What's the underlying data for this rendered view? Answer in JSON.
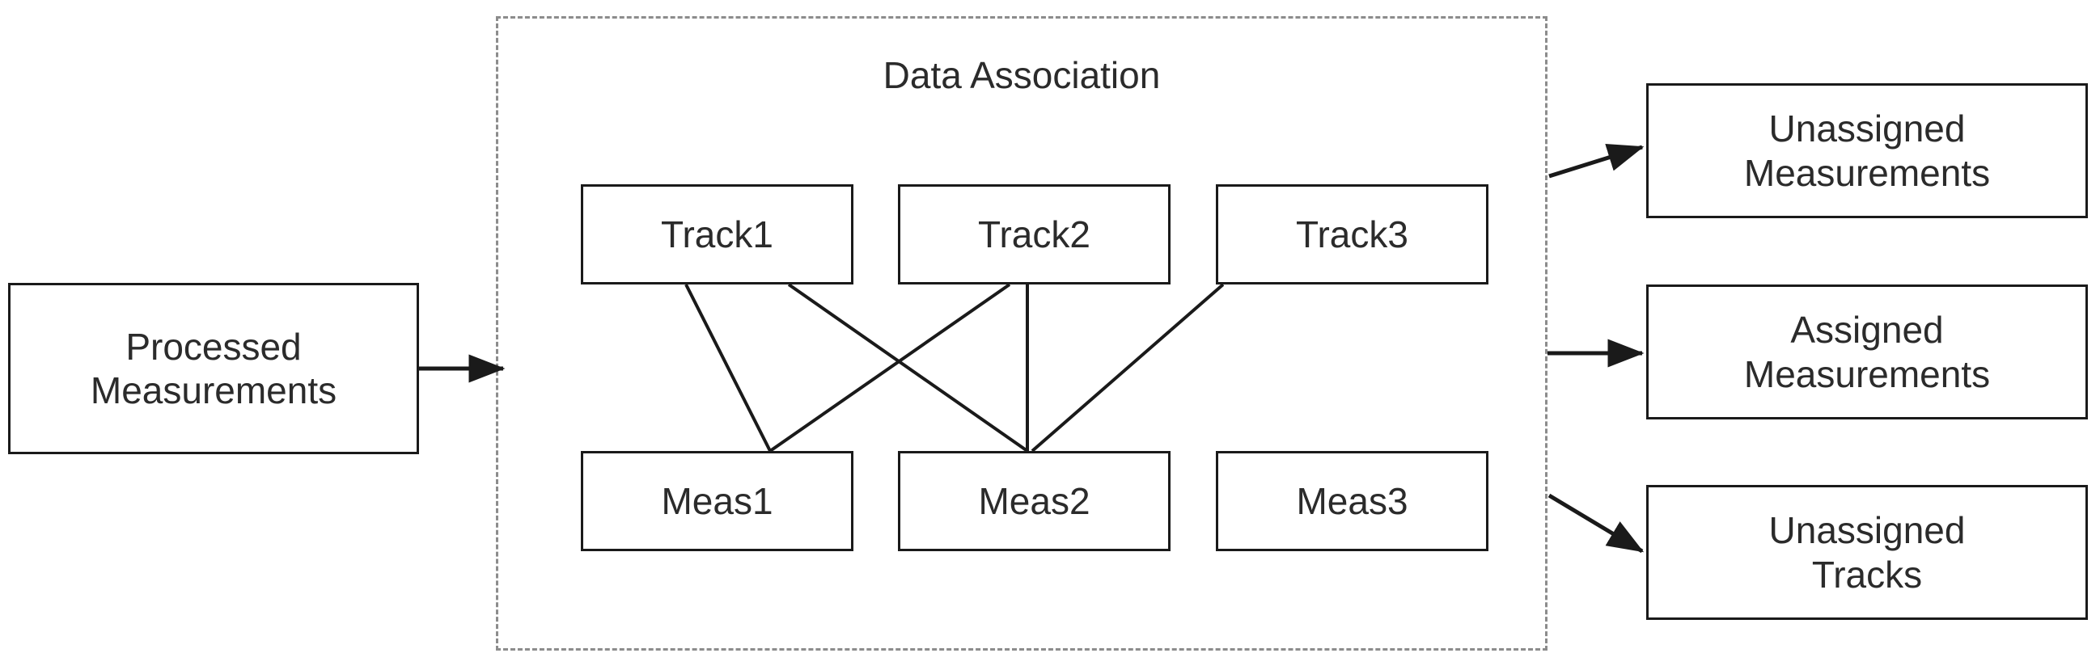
{
  "diagram": {
    "title": "Data Association",
    "region": {
      "label": "Data Association",
      "border_style": "dashed",
      "border_color": "#8c8c8c"
    },
    "input": {
      "label": "Processed\nMeasurements"
    },
    "tracks": [
      {
        "label": "Track1"
      },
      {
        "label": "Track2"
      },
      {
        "label": "Track3"
      }
    ],
    "measurements": [
      {
        "label": "Meas1"
      },
      {
        "label": "Meas2"
      },
      {
        "label": "Meas3"
      }
    ],
    "outputs": [
      {
        "label": "Unassigned\nMeasurements"
      },
      {
        "label": "Assigned\nMeasurements"
      },
      {
        "label": "Unassigned\nTracks"
      }
    ],
    "associations": [
      {
        "from": "Track1",
        "to": "Meas1"
      },
      {
        "from": "Track1",
        "to": "Meas2"
      },
      {
        "from": "Track2",
        "to": "Meas1"
      },
      {
        "from": "Track2",
        "to": "Meas2"
      },
      {
        "from": "Track3",
        "to": "Meas2"
      }
    ],
    "arrows": [
      {
        "from": "Processed Measurements",
        "to": "Data Association"
      },
      {
        "from": "Data Association",
        "to": "Unassigned Measurements"
      },
      {
        "from": "Data Association",
        "to": "Assigned Measurements"
      },
      {
        "from": "Data Association",
        "to": "Unassigned Tracks"
      }
    ],
    "colors": {
      "box_border": "#1a1a1a",
      "dashed_border": "#8c8c8c",
      "text": "#2b2b2b",
      "line": "#1a1a1a",
      "background": "#ffffff"
    }
  }
}
